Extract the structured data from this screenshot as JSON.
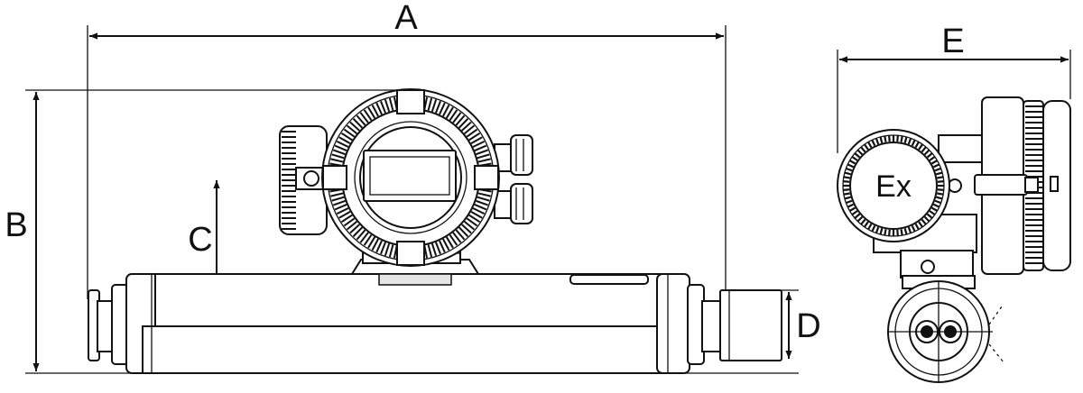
{
  "dimensions": {
    "a": "A",
    "b": "B",
    "c": "C",
    "d": "D",
    "e": "E"
  },
  "housing": {
    "ex_mark": "Ex"
  },
  "colors": {
    "line": "#111111",
    "background": "#ffffff",
    "fill_light": "#e6e6e6"
  }
}
